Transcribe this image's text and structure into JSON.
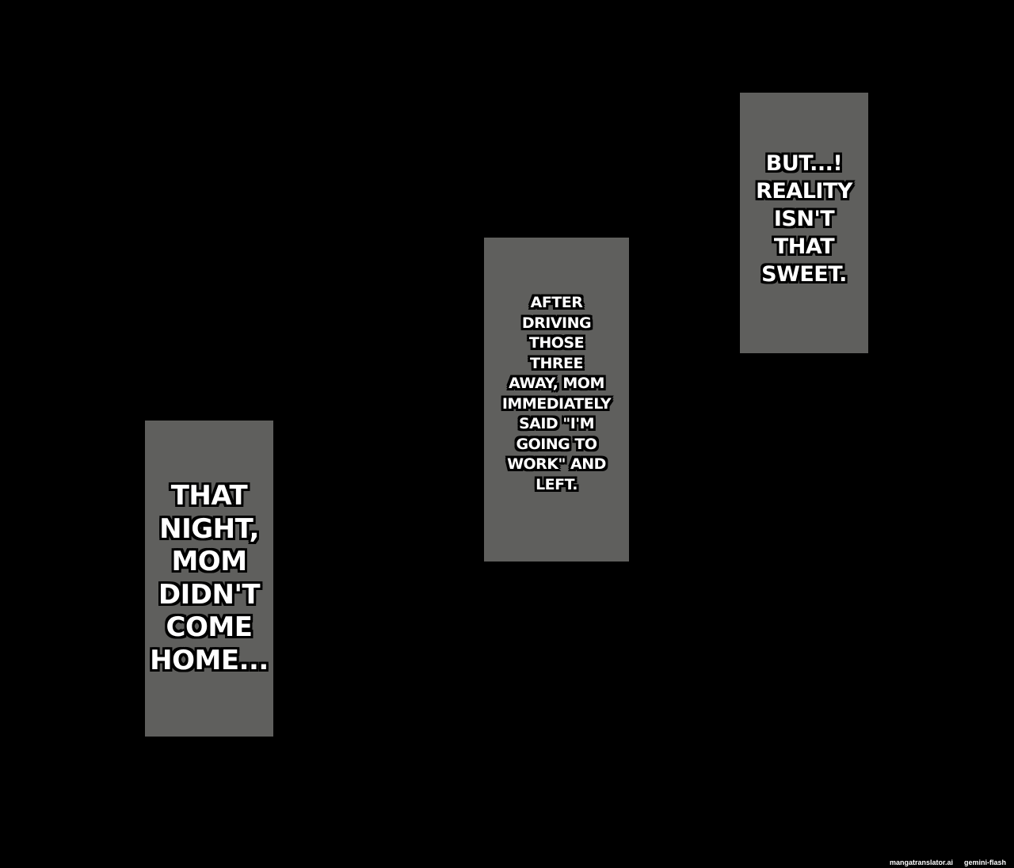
{
  "captions": {
    "top_right": "BUT...!\nREALITY\nISN'T\nTHAT\nSWEET.",
    "middle": "AFTER\nDRIVING\nTHOSE\nTHREE\nAWAY, MOM\nIMMEDIATELY\nSAID \"I'M\nGOING TO\nWORK\" AND\nLEFT.",
    "bottom_left": "THAT\nNIGHT,\nMOM\nDIDN'T\nCOME\nHOME..."
  },
  "watermark": {
    "site": "mangatranslator.ai",
    "model": "gemini-flash"
  },
  "colors": {
    "background": "#000000",
    "panel": "#5f5f5d",
    "text": "#ffffff"
  }
}
